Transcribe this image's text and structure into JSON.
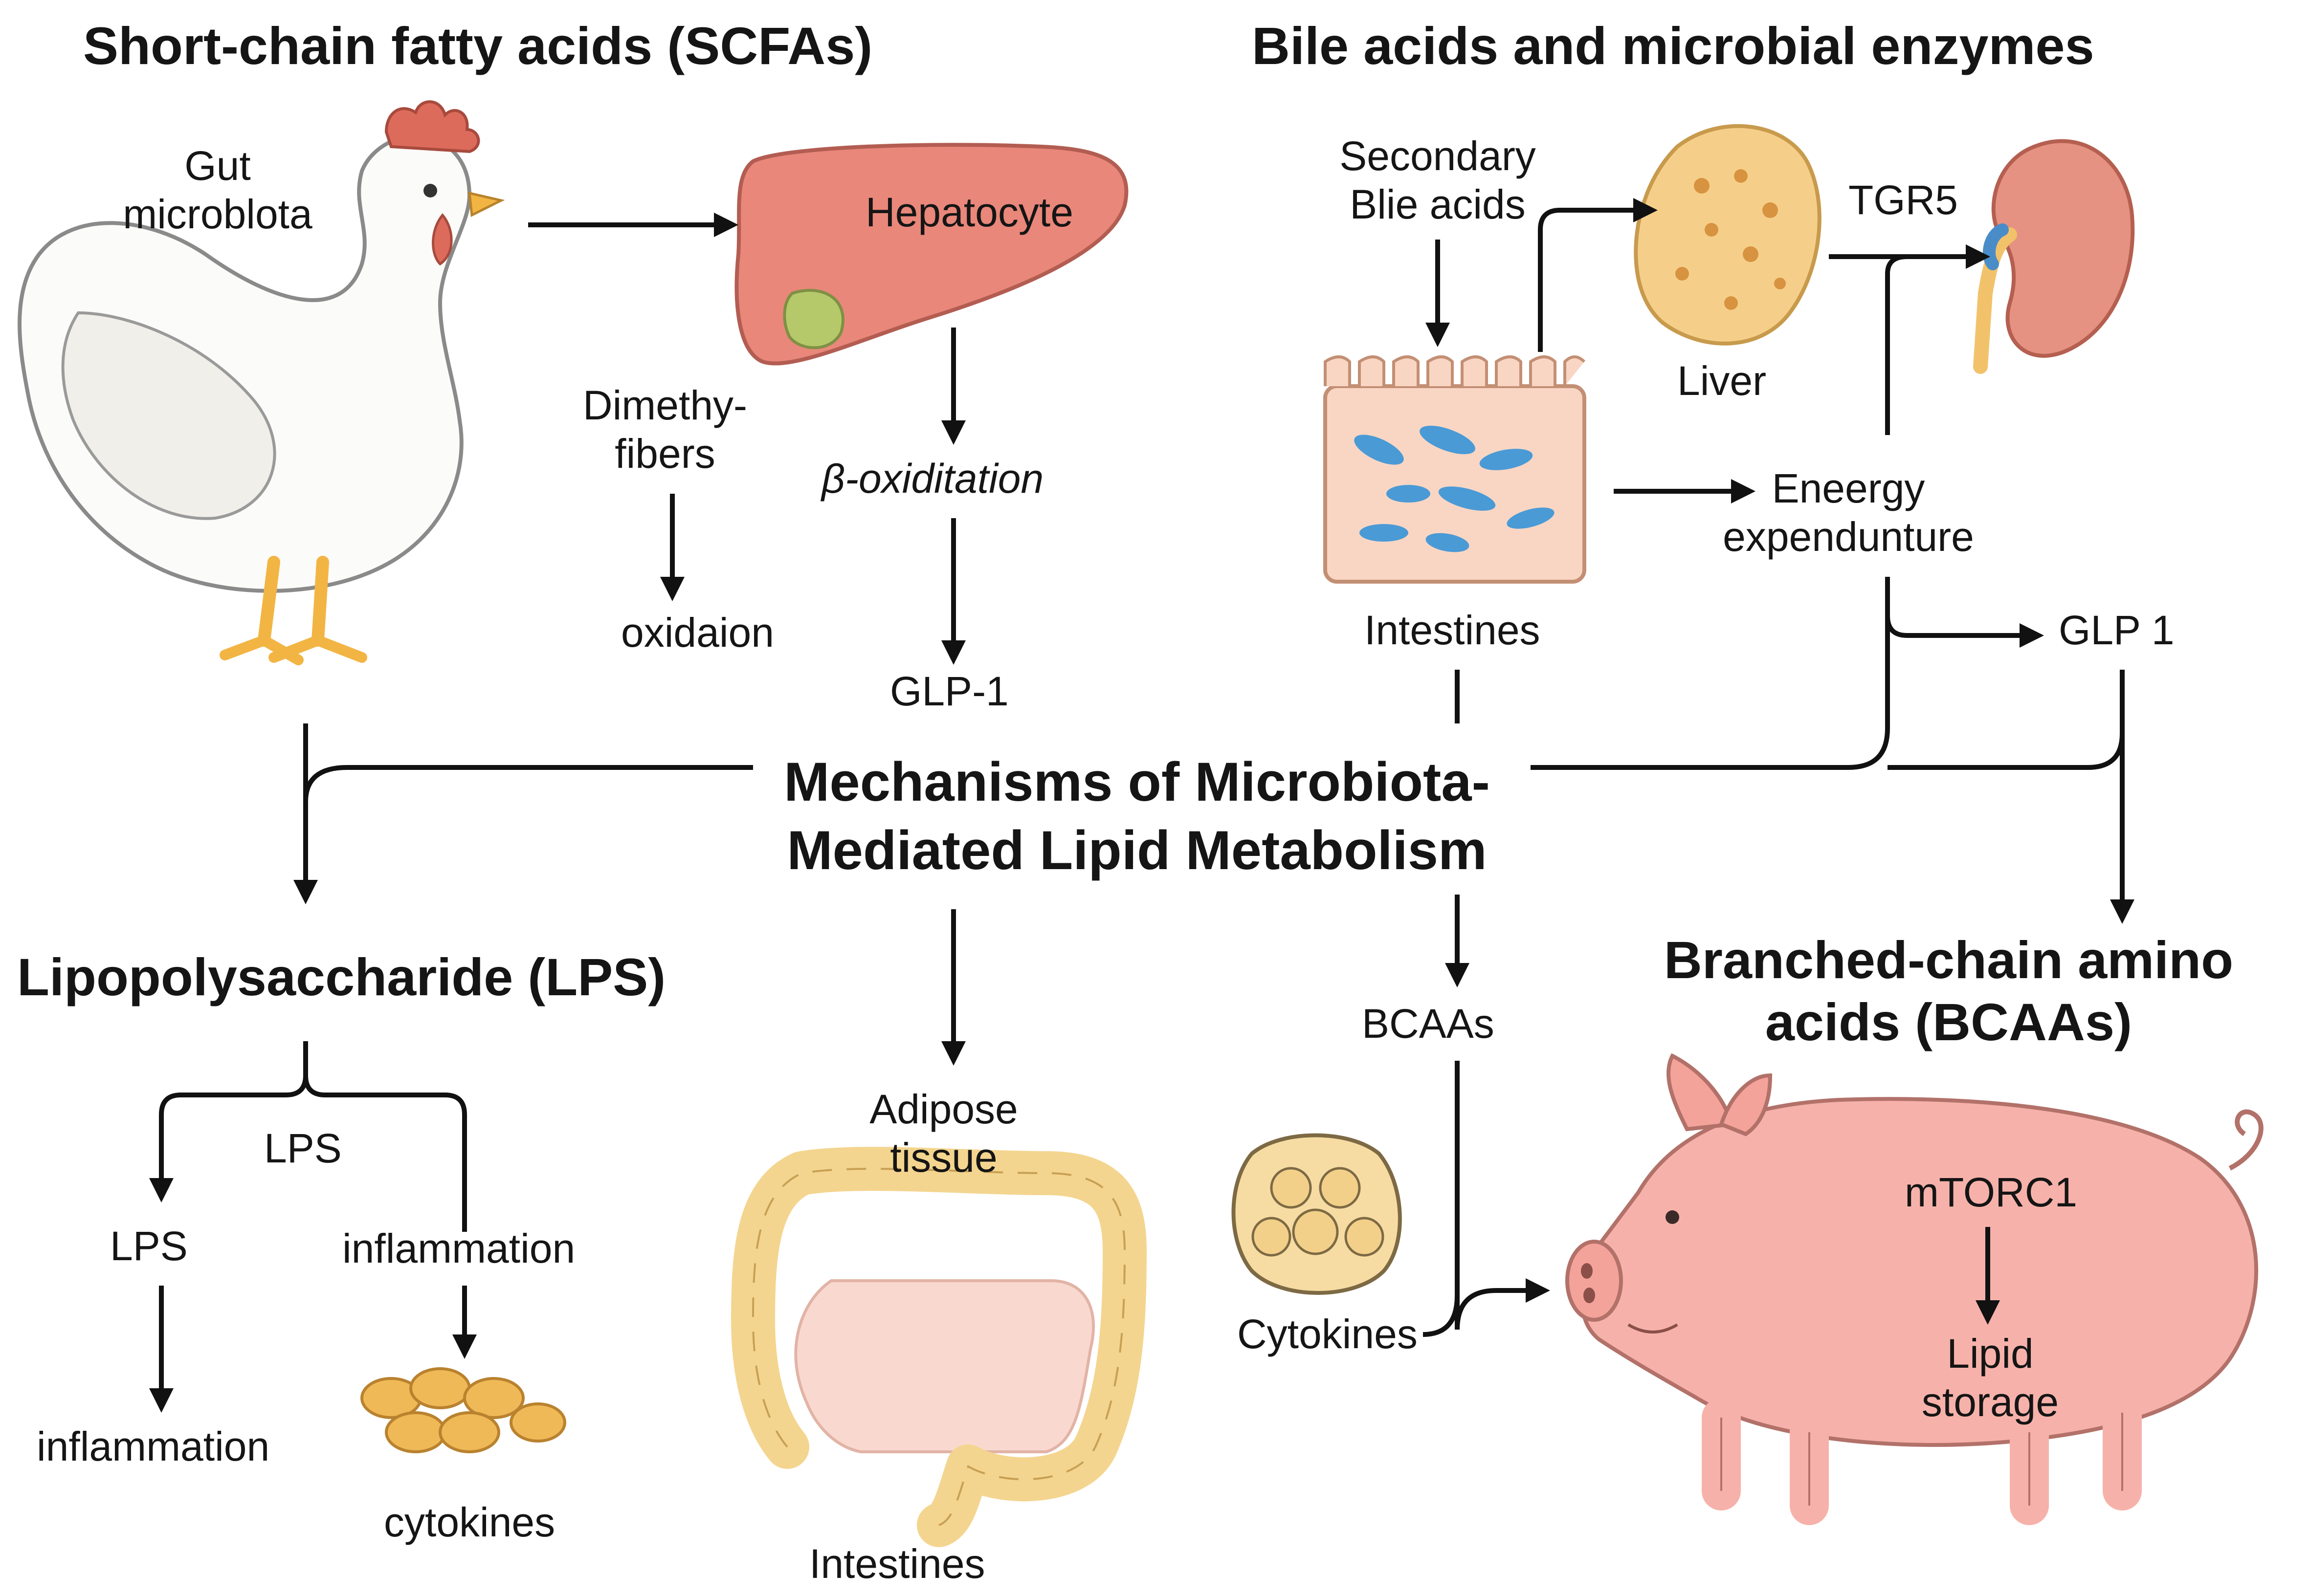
{
  "headers": {
    "scfa": "Short-chain fatty acids (SCFAs)",
    "bile": "Bile acids and microbial enzymes",
    "lps": "Lipopolysaccharide (LPS)",
    "bcaa": "Branched-chain amino\nacids (BCAAs)"
  },
  "center": {
    "title": "Mechanisms of Microbiota-\nMediated Lipid Metabolism"
  },
  "labels": {
    "gut_microbiota": "Gut\nmicroblota",
    "hepatocyte": "Hepatocyte",
    "dimethy_fibers": "Dimethy-\nfibers",
    "beta_oxidation": "β-oxiditation",
    "oxidation": "oxidaion",
    "glp1_left": "GLP-1",
    "secondary_bile": "Secondary\nBlie acids",
    "liver": "Liver",
    "tgr5": "TGR5",
    "intestines_top": "Intestines",
    "energy": "Eneergy\nexpendunture",
    "glp1_right": "GLP 1",
    "lps_branch": "LPS",
    "lps_left": "LPS",
    "inflammation_right": "inflammation",
    "inflammation_left": "inflammation",
    "cytokines_left": "cytokines",
    "adipose": "Adipose\ntissue",
    "intestines_bottom": "Intestines",
    "bcaas": "BCAAs",
    "cytokines_mid": "Cytokines",
    "mtorc1": "mTORC1",
    "lipid_storage": "Lipid\nstorage"
  },
  "colors": {
    "liver": "#e9877a",
    "gallbladder": "#b5c96b",
    "chicken": "#fbfbf9",
    "comb": "#dd6b5c",
    "legs": "#f2b544",
    "pig": "#f6b2aa",
    "intestine": "#f4d58f",
    "villi_cell": "#f9d6c3",
    "microbe": "#4a9ad6",
    "kidney": "#e69282",
    "arrow": "#111111"
  }
}
